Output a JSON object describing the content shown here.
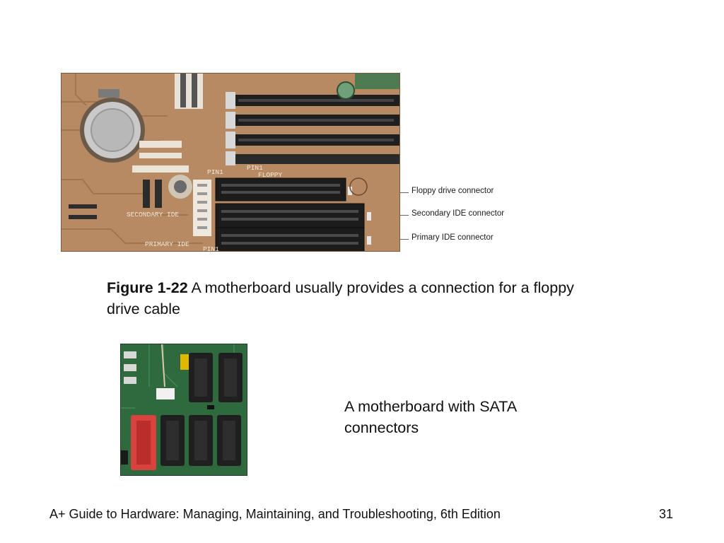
{
  "figure1": {
    "board_silkscreen": [
      "SECONDARY IDE",
      "PRIMARY IDE",
      "FLOPPY",
      "PIN1",
      "PIN1",
      "PIN1"
    ],
    "callouts": [
      "Floppy drive connector",
      "Secondary IDE connector",
      "Primary IDE connector"
    ],
    "caption_number": "Figure 1-22",
    "caption_text": " A motherboard usually provides a connection for a floppy drive cable"
  },
  "figure2": {
    "caption": "A motherboard with SATA connectors"
  },
  "footer": {
    "title": "A+ Guide to Hardware: Managing, Maintaining, and Troubleshooting, 6th Edition",
    "page_number": "31"
  },
  "colors": {
    "board_brown": "#b78a63",
    "board_green": "#2f6a3f",
    "connector_black": "#1f1f1f",
    "sata_red": "#d9433f"
  }
}
